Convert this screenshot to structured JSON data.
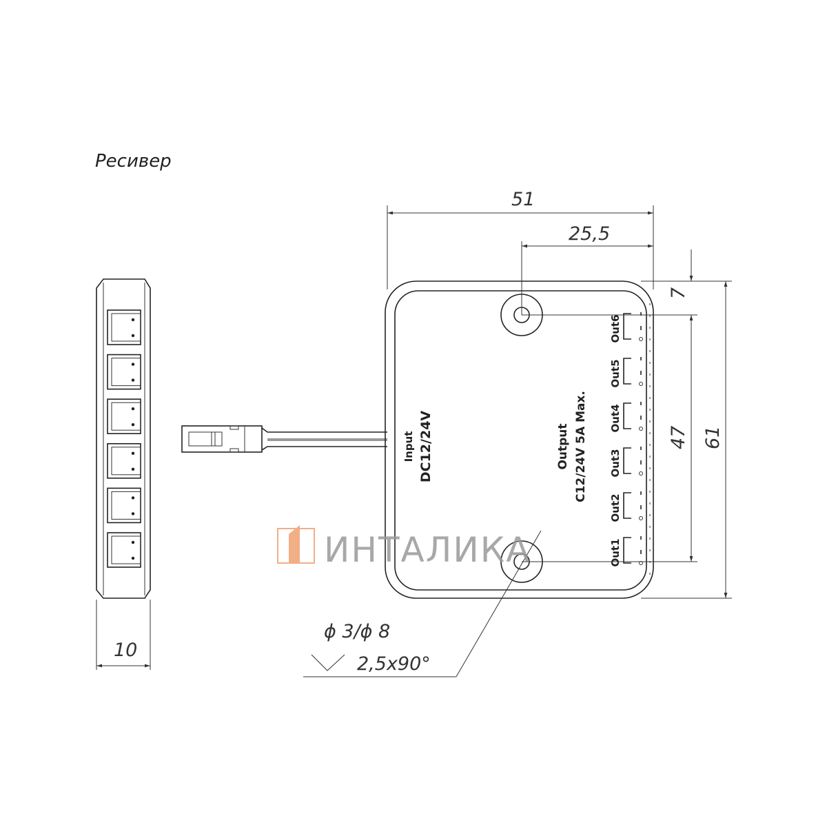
{
  "title": "Ресивер",
  "dimensions": {
    "width_total": "51",
    "width_half": "25,5",
    "top_offset": "7",
    "hole_spacing": "47",
    "height_total": "61",
    "thickness": "10",
    "hole_diameter": "ϕ 3/ϕ 8",
    "countersink": "2,5x90°"
  },
  "input": {
    "line1": "Input",
    "line2": "DC12/24V"
  },
  "output": {
    "line1": "Output",
    "line2": "C12/24V 5A Max."
  },
  "outputs": [
    "Out1",
    "Out2",
    "Out3",
    "Out4",
    "Out5",
    "Out6"
  ],
  "logo": {
    "text": "ИНТАЛИКА",
    "accent": "#f0a070"
  },
  "colors": {
    "line": "#222222"
  }
}
